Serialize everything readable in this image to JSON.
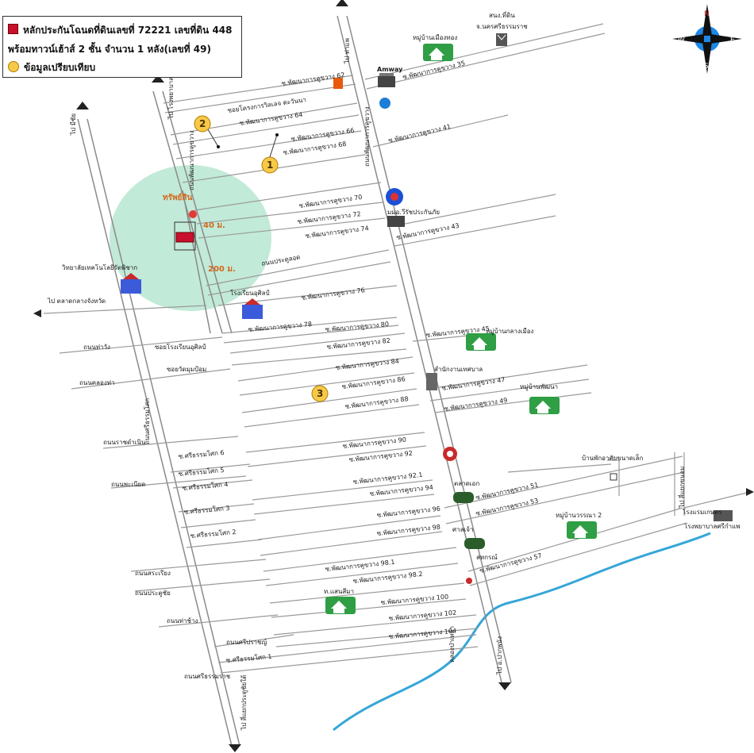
{
  "legend": {
    "line1": "หลักประกันโฉนดที่ดินเลขที่ 72221 เลขที่ดิน 448",
    "line2": "พร้อมทาวน์เฮ้าส์ 2 ชั้น จำนวน 1 หลัง(เลขที่ 49)",
    "line3": "ข้อมูลเปรียบเทียบ"
  },
  "landmarks": {
    "village_muang_thong": "หมู่บ้านเมืองทอง",
    "land_office": "สนง.ที่ดิน",
    "land_office_2": "จ.นครศรีธรรมราช",
    "amway": "Amway",
    "university": "มมอ.วีรัชประกันภัย",
    "college": "วิทยาลัยเทคโนโลยีรัตพิชาก",
    "school": "โรงเรียนอุศิลป์",
    "village_klang_muang": "หมู่บ้านกลางเมือง",
    "municipality": "สำนักงานเทศบาล",
    "village_tree": "หมู่บ้านพัฒนา",
    "village_2": "หมู่บ้านวรรณา 2",
    "market": "ตลาดเอก",
    "cooperative": "สหกรณ์",
    "railway": "โรงแรมเกษตร",
    "sub": "ท.แสนสีมา",
    "hospital_right": "บ้านพักอาศัยขนาดเล็ก",
    "hospital": "โรงพยาบาลศรีกำแพ",
    "shrine": "ศาลเจ้า"
  },
  "roads": {
    "r62": "ซ.พัฒนาการคูขวาง 62",
    "r64": "ซ.พัฒนาการคูขวาง 64",
    "r66": "ซ.พัฒนาการคูขวาง 66",
    "r68": "ซ.พัฒนาการคูขวาง 68",
    "r35": "ซ.พัฒนาการคูขวาง 35",
    "r41": "ซ.พัฒนาการคูขวาง 41",
    "r70": "ซ.พัฒนาการคูขวาง 70",
    "r72": "ซ.พัฒนาการคูขวาง 72",
    "r74": "ซ.พัฒนาการคูขวาง 74",
    "r43": "ซ.พัฒนาการคูขวาง 43",
    "r76": "ซ.พัฒนาการคูขวาง 76",
    "r78": "ซ.พัฒนาการคูขวาง 78",
    "r80": "ซ.พัฒนาการคูขวาง 80",
    "r82": "ซ.พัฒนาการคูขวาง 82",
    "r84": "ซ.พัฒนาการคูขวาง 84",
    "r86": "ซ.พัฒนาการคูขวาง 86",
    "r88": "ซ.พัฒนาการคูขวาง 88",
    "r45": "ซ.พัฒนาการคูขวาง 45",
    "r47": "ซ.พัฒนาการคูขวาง 47",
    "r49": "ซ.พัฒนาการคูขวาง 49",
    "r90": "ซ.พัฒนาการคูขวาง 90",
    "r92": "ซ.พัฒนาการคูขวาง 92",
    "r92_1": "ซ.พัฒนาการคูขวาง 92.1",
    "r94": "ซ.พัฒนาการคูขวาง 94",
    "r96": "ซ.พัฒนาการคูขวาง 96",
    "r98": "ซ.พัฒนาการคูขวาง 98",
    "r98_1": "ซ.พัฒนาการคูขวาง 98.1",
    "r98_2": "ซ.พัฒนาการคูขวาง 98.2",
    "r100": "ซ.พัฒนาการคูขวาง 100",
    "r102": "ซ.พัฒนาการคูขวาง 102",
    "r104": "ซ.พัฒนาการคูขวาง 104",
    "r51": "ซ.พัฒนาการคูขวาง 51",
    "r53": "ซ.พัฒนาการคูขวาง 53",
    "r57": "ซ.พัฒนาการคูขวาง 57",
    "project": "ซอยโครงการวิลเลจ ตะวันนา",
    "pradu": "ถนนประตูลอด",
    "patanakarn": "ถนนพัฒนาการคูขวาง",
    "chomthong": "ถนนพัฒนาการคูขวาง",
    "left_road": "ถนนศรีธรรมโศก",
    "sri1": "ซ.ศรีธรรมโศก 1",
    "sri2": "ซ.ศรีธรรมโศก 2",
    "sri3": "ซ.ศรีธรรมโศก 3",
    "sri4": "ซ.ศรีธรรมโศก 4",
    "sri5": "ซ.ศรีธรรมโศก 5",
    "sri6": "ซ.ศรีธรรมโศก 6",
    "left_a": "ถนนราชดำเนิน",
    "left_b": "ถนนพะเนียด",
    "left_c": "ถนนสระเรียง",
    "left_d": "ถนนประตูชัย",
    "left_e": "ถนนศรีธรรมราช",
    "left_f": "ถนนท่าช้าง",
    "left_g": "ถนนศรีปราชญ์",
    "left_h": "ซอยวัดมุมป้อม",
    "left_i": "ซอยโรงเรียนอุศิลป์",
    "left_j": "ถนนคลองท่า",
    "left_k": "ถนนท่าวัง",
    "to_top_left": "ไป มีชัย",
    "to_top": "ไป ท่าแพ",
    "to_left": "ไป ตลาดกลางจังหวัด",
    "to_bottom": "ไป สี่แยกประตูชัยใต้",
    "to_bottom_right": "ไป อ.ปากพนัง",
    "to_right": "ไป สี่แยกขนอม",
    "top_left_road": "ไป โรงพยาบาล",
    "klong": "คลองป่าเหล้า",
    "dist_40": "40 ม.",
    "dist_200": "200 ม.",
    "subject": "ทรัพย์สิน"
  },
  "markers": {
    "m1": "1",
    "m2": "2",
    "m3": "3"
  },
  "compass": {
    "n": "N",
    "s": "S",
    "e": "E",
    "w": "W"
  },
  "colors": {
    "road": "#9a9a9a",
    "river": "#35a6d8",
    "circle": "#8fd9b8",
    "subject": "#c8102e",
    "marker": "#f7c948",
    "label": "#1a1a1a",
    "accent": "#d2691e"
  }
}
